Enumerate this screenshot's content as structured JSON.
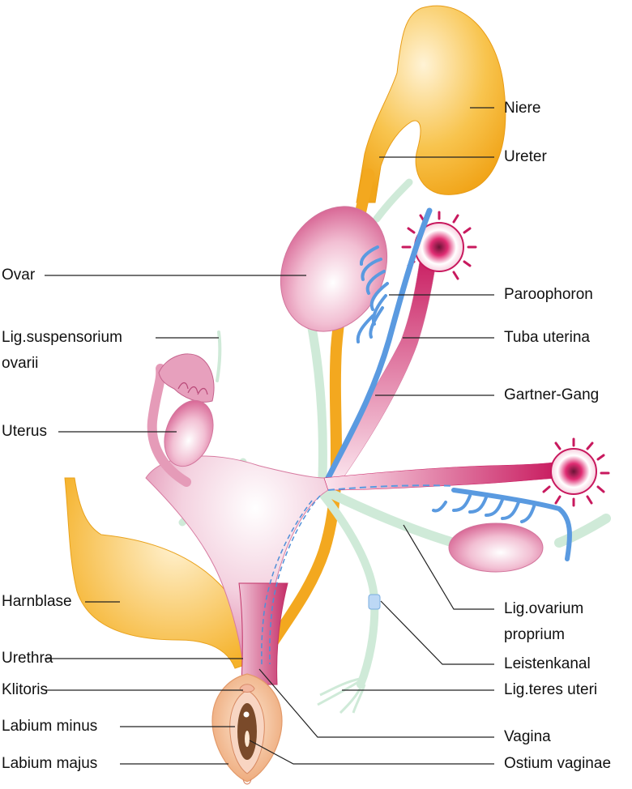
{
  "labels": {
    "niere": "Niere",
    "ureter": "Ureter",
    "ovar": "Ovar",
    "paroophoron": "Paroophoron",
    "lig_suspensorium_1": "Lig.suspensorium",
    "lig_suspensorium_2": "ovarii",
    "tuba_uterina": "Tuba uterina",
    "gartner_gang": "Gartner-Gang",
    "uterus": "Uterus",
    "harnblase": "Harnblase",
    "lig_ovarium_1": "Lig.ovarium",
    "lig_ovarium_2": "proprium",
    "urethra": "Urethra",
    "leistenkanal": "Leistenkanal",
    "klitoris": "Klitoris",
    "lig_teres": "Lig.teres uteri",
    "labium_minus": "Labium minus",
    "vagina": "Vagina",
    "labium_majus": "Labium majus",
    "ostium_vaginae": "Ostium vaginae"
  },
  "colors": {
    "kidney": "#f6b52c",
    "ureter": "#f3a81f",
    "ovary": "#e896b4",
    "uterus": "#e9a3c0",
    "tube": "#cf2f6c",
    "fimbria": "#c8195e",
    "gartner": "#5a9ae0",
    "ligament": "#cfead8",
    "bladder": "#f7c04a",
    "vulva": "#f2c59f"
  }
}
